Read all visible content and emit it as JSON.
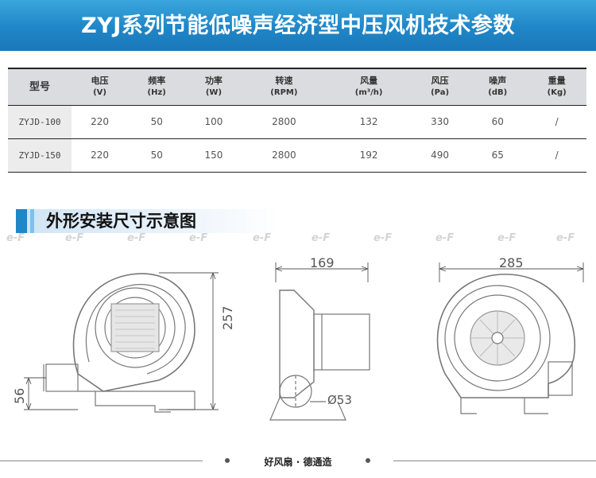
{
  "banner": {
    "title": "ZYJ系列节能低噪声经济型中压风机技术参数",
    "color": "#1f86c7"
  },
  "table": {
    "headers": [
      {
        "label": "型号",
        "unit": ""
      },
      {
        "label": "电压",
        "unit": "(V)"
      },
      {
        "label": "频率",
        "unit": "(Hz)"
      },
      {
        "label": "功率",
        "unit": "(W)"
      },
      {
        "label": "转速",
        "unit": "(RPM)"
      },
      {
        "label": "风量",
        "unit": "(m³/h)"
      },
      {
        "label": "风压",
        "unit": "(Pa)"
      },
      {
        "label": "噪声",
        "unit": "(dB)"
      },
      {
        "label": "重量",
        "unit": "(Kg)"
      }
    ],
    "rows": [
      [
        "ZYJD-100",
        "220",
        "50",
        "100",
        "2800",
        "132",
        "330",
        "60",
        "/"
      ],
      [
        "ZYJD-150",
        "220",
        "50",
        "150",
        "2800",
        "192",
        "490",
        "65",
        "/"
      ]
    ]
  },
  "section": {
    "title": "外形安装尺寸示意图"
  },
  "watermark": "e-F",
  "dimensions": {
    "front_height": "257",
    "outlet_height": "56",
    "side_width": "169",
    "inlet_diameter": "Ø53",
    "rear_width": "285"
  },
  "footer": {
    "text": "好风扇 · 德通造"
  }
}
